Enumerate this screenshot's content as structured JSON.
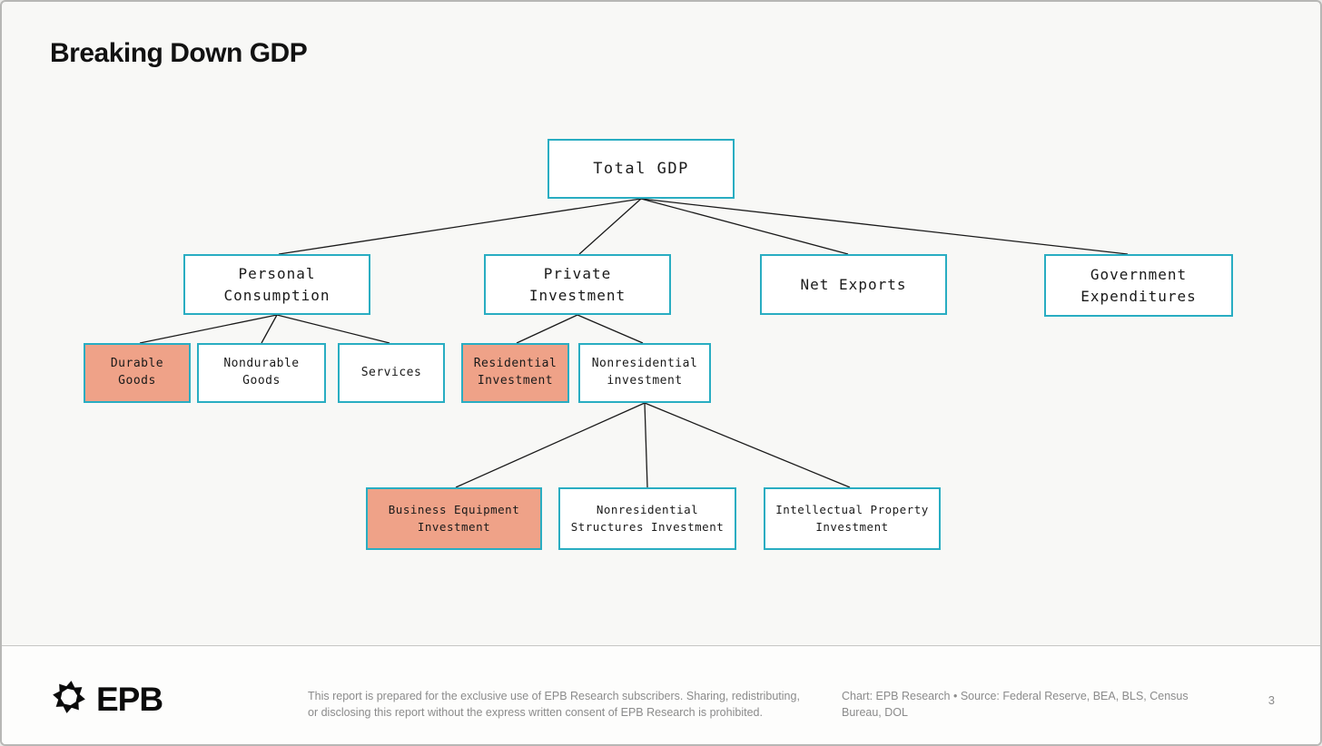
{
  "page": {
    "title": "Breaking Down GDP",
    "page_number": "3"
  },
  "colors": {
    "accent_teal": "#29adc2",
    "highlight_salmon": "#efa288",
    "node_background": "#ffffff",
    "page_background": "#f8f8f6",
    "connector_line": "#1a1a1a",
    "footer_text_gray": "#8b8b8b"
  },
  "tree": {
    "nodes": [
      {
        "id": "total-gdp",
        "label": "Total GDP",
        "highlighted": false
      },
      {
        "id": "personal-consumption",
        "label": "Personal Consumption",
        "highlighted": false
      },
      {
        "id": "private-investment",
        "label": "Private Investment",
        "highlighted": false
      },
      {
        "id": "net-exports",
        "label": "Net Exports",
        "highlighted": false
      },
      {
        "id": "government-expenditures",
        "label": "Government Expenditures",
        "highlighted": false
      },
      {
        "id": "durable-goods",
        "label": "Durable Goods",
        "highlighted": true
      },
      {
        "id": "nondurable-goods",
        "label": "Nondurable Goods",
        "highlighted": false
      },
      {
        "id": "services",
        "label": "Services",
        "highlighted": false
      },
      {
        "id": "residential-investment",
        "label": "Residential Investment",
        "highlighted": true
      },
      {
        "id": "nonresidential-investment",
        "label": "Nonresidential investment",
        "highlighted": false
      },
      {
        "id": "business-equipment-investment",
        "label": "Business Equipment Investment",
        "highlighted": true
      },
      {
        "id": "nonresidential-structures-investment",
        "label": "Nonresidential Structures Investment",
        "highlighted": false
      },
      {
        "id": "intellectual-property-investment",
        "label": "Intellectual Property Investment",
        "highlighted": false
      }
    ],
    "edges": [
      [
        "total-gdp",
        "personal-consumption"
      ],
      [
        "total-gdp",
        "private-investment"
      ],
      [
        "total-gdp",
        "net-exports"
      ],
      [
        "total-gdp",
        "government-expenditures"
      ],
      [
        "personal-consumption",
        "durable-goods"
      ],
      [
        "personal-consumption",
        "nondurable-goods"
      ],
      [
        "personal-consumption",
        "services"
      ],
      [
        "private-investment",
        "residential-investment"
      ],
      [
        "private-investment",
        "nonresidential-investment"
      ],
      [
        "nonresidential-investment",
        "business-equipment-investment"
      ],
      [
        "nonresidential-investment",
        "nonresidential-structures-investment"
      ],
      [
        "nonresidential-investment",
        "intellectual-property-investment"
      ]
    ]
  },
  "footer": {
    "logo_text": "EPB",
    "disclaimer": "This report is prepared for the exclusive use of EPB Research subscribers. Sharing, redistributing, or disclosing this report without the express written consent of EPB Research is prohibited.",
    "credit": "Chart: EPB Research  •  Source: Federal Reserve, BEA, BLS, Census Bureau, DOL"
  }
}
